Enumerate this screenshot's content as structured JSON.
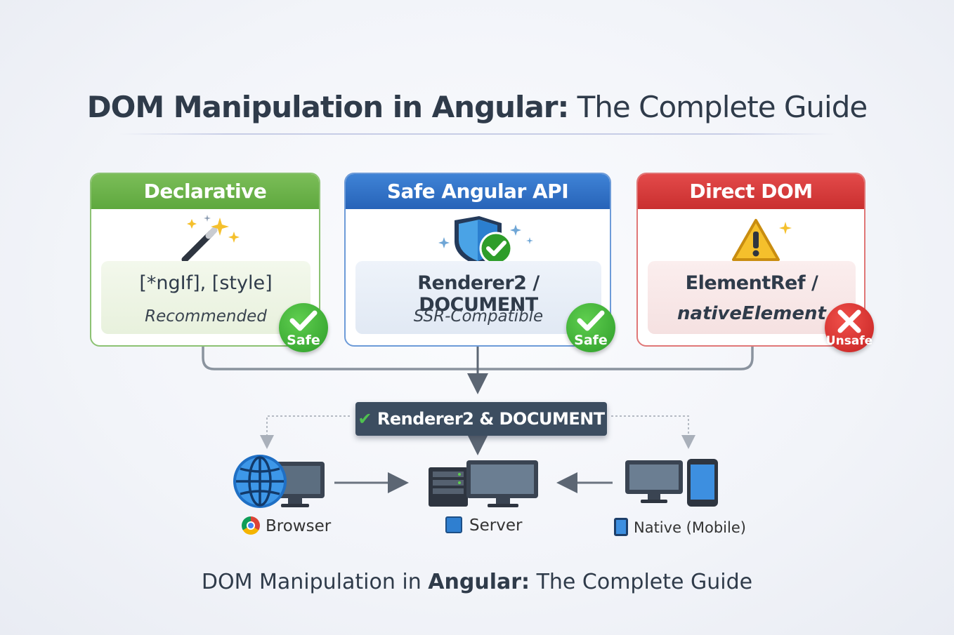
{
  "title": {
    "bold": "DOM Manipulation in Angular:",
    "rest": "The Complete Guide"
  },
  "cards": [
    {
      "header": "Declarative",
      "code": "[*ngIf], [style]",
      "note": "Recommended",
      "badge": "Safe",
      "icon": "magic-wand-icon",
      "color": "#6ab04c"
    },
    {
      "header": "Safe Angular API",
      "code": "Renderer2 / DOCUMENT",
      "note": "SSR-Compatible",
      "badge": "Safe",
      "icon": "shield-check-icon",
      "color": "#2f6fc4"
    },
    {
      "header": "Direct DOM",
      "code_line1": "ElementRef /",
      "code_line2": "nativeElement",
      "badge": "Unsafe",
      "icon": "warning-icon",
      "color": "#d93a3a"
    }
  ],
  "central": {
    "label": "Renderer2 & DOCUMENT",
    "icon": "check-icon"
  },
  "platforms": [
    {
      "label": "Browser",
      "icon": "chrome-icon"
    },
    {
      "label": "Server",
      "icon": "server-icon"
    },
    {
      "label": "Native (Mobile)",
      "icon": "mobile-icon"
    }
  ],
  "footer": {
    "pre": "DOM Manipulation in ",
    "bold": "Angular:",
    "post": " The Complete Guide"
  }
}
